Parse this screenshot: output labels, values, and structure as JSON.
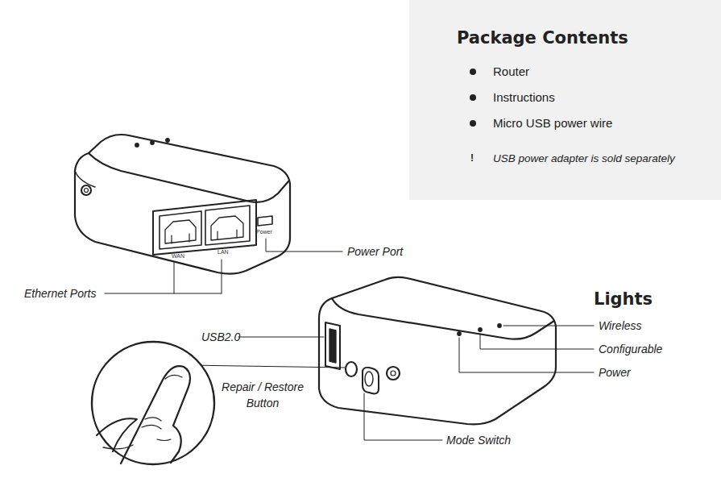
{
  "diagram": {
    "nodes": [
      {
        "text": [
          "Package Contents",
          "Router",
          "Instructions",
          "Micro USB power wire",
          "USB power adapter is sold separately"
        ]
      }
    ],
    "labels": [
      "WAN",
      "LAN",
      "Power",
      "Power Port",
      "Ethernet Ports",
      "USB2.0",
      "Repair / Restore Button",
      "Mode Switch",
      "Lights",
      "Wireless",
      "Configurable",
      "Power",
      "!"
    ]
  }
}
